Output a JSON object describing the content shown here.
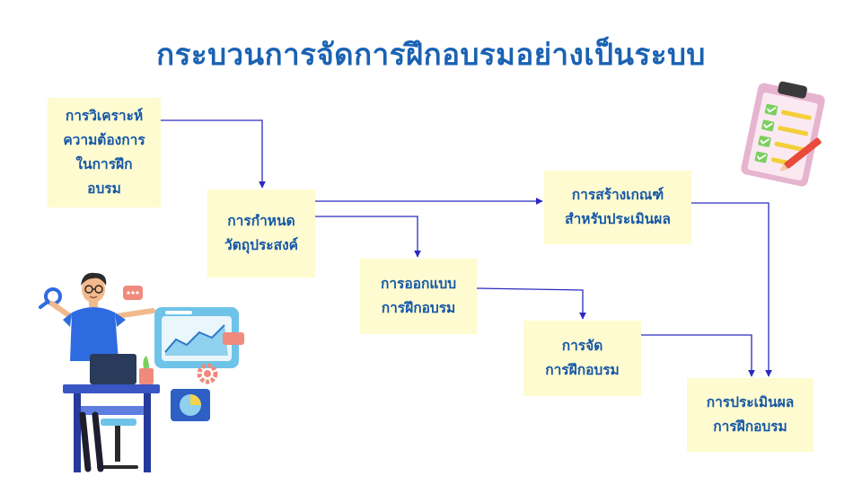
{
  "title": "กระบวนการจัดการฝึกอบรมอย่างเป็นระบบ",
  "colors": {
    "title": "#1a62b3",
    "box_fill": "#fdfbcf",
    "box_text": "#1556a8",
    "connector": "#2b2bbd"
  },
  "steps": [
    {
      "id": "analysis",
      "label": "การวิเคราะห์\nความต้องการ\nในการฝึก\nอบรม"
    },
    {
      "id": "objectives",
      "label": "การกำหนด\nวัตถุประสงค์"
    },
    {
      "id": "criteria",
      "label": "การสร้างเกณฑ์\nสำหรับประเมินผล"
    },
    {
      "id": "design",
      "label": "การออกแบบ\nการฝึกอบรม"
    },
    {
      "id": "conduct",
      "label": "การจัด\nการฝึกอบรม"
    },
    {
      "id": "evaluation",
      "label": "การประเมินผล\nการฝึกอบรม"
    }
  ],
  "connections": [
    {
      "from": "analysis",
      "to": "objectives"
    },
    {
      "from": "objectives",
      "to": "criteria"
    },
    {
      "from": "objectives",
      "to": "design"
    },
    {
      "from": "design",
      "to": "conduct"
    },
    {
      "from": "conduct",
      "to": "evaluation"
    },
    {
      "from": "criteria",
      "to": "evaluation"
    }
  ],
  "illustrations": {
    "checklist": "clipboard-checklist-icon",
    "person": "person-at-desk-with-dashboard-illustration"
  }
}
